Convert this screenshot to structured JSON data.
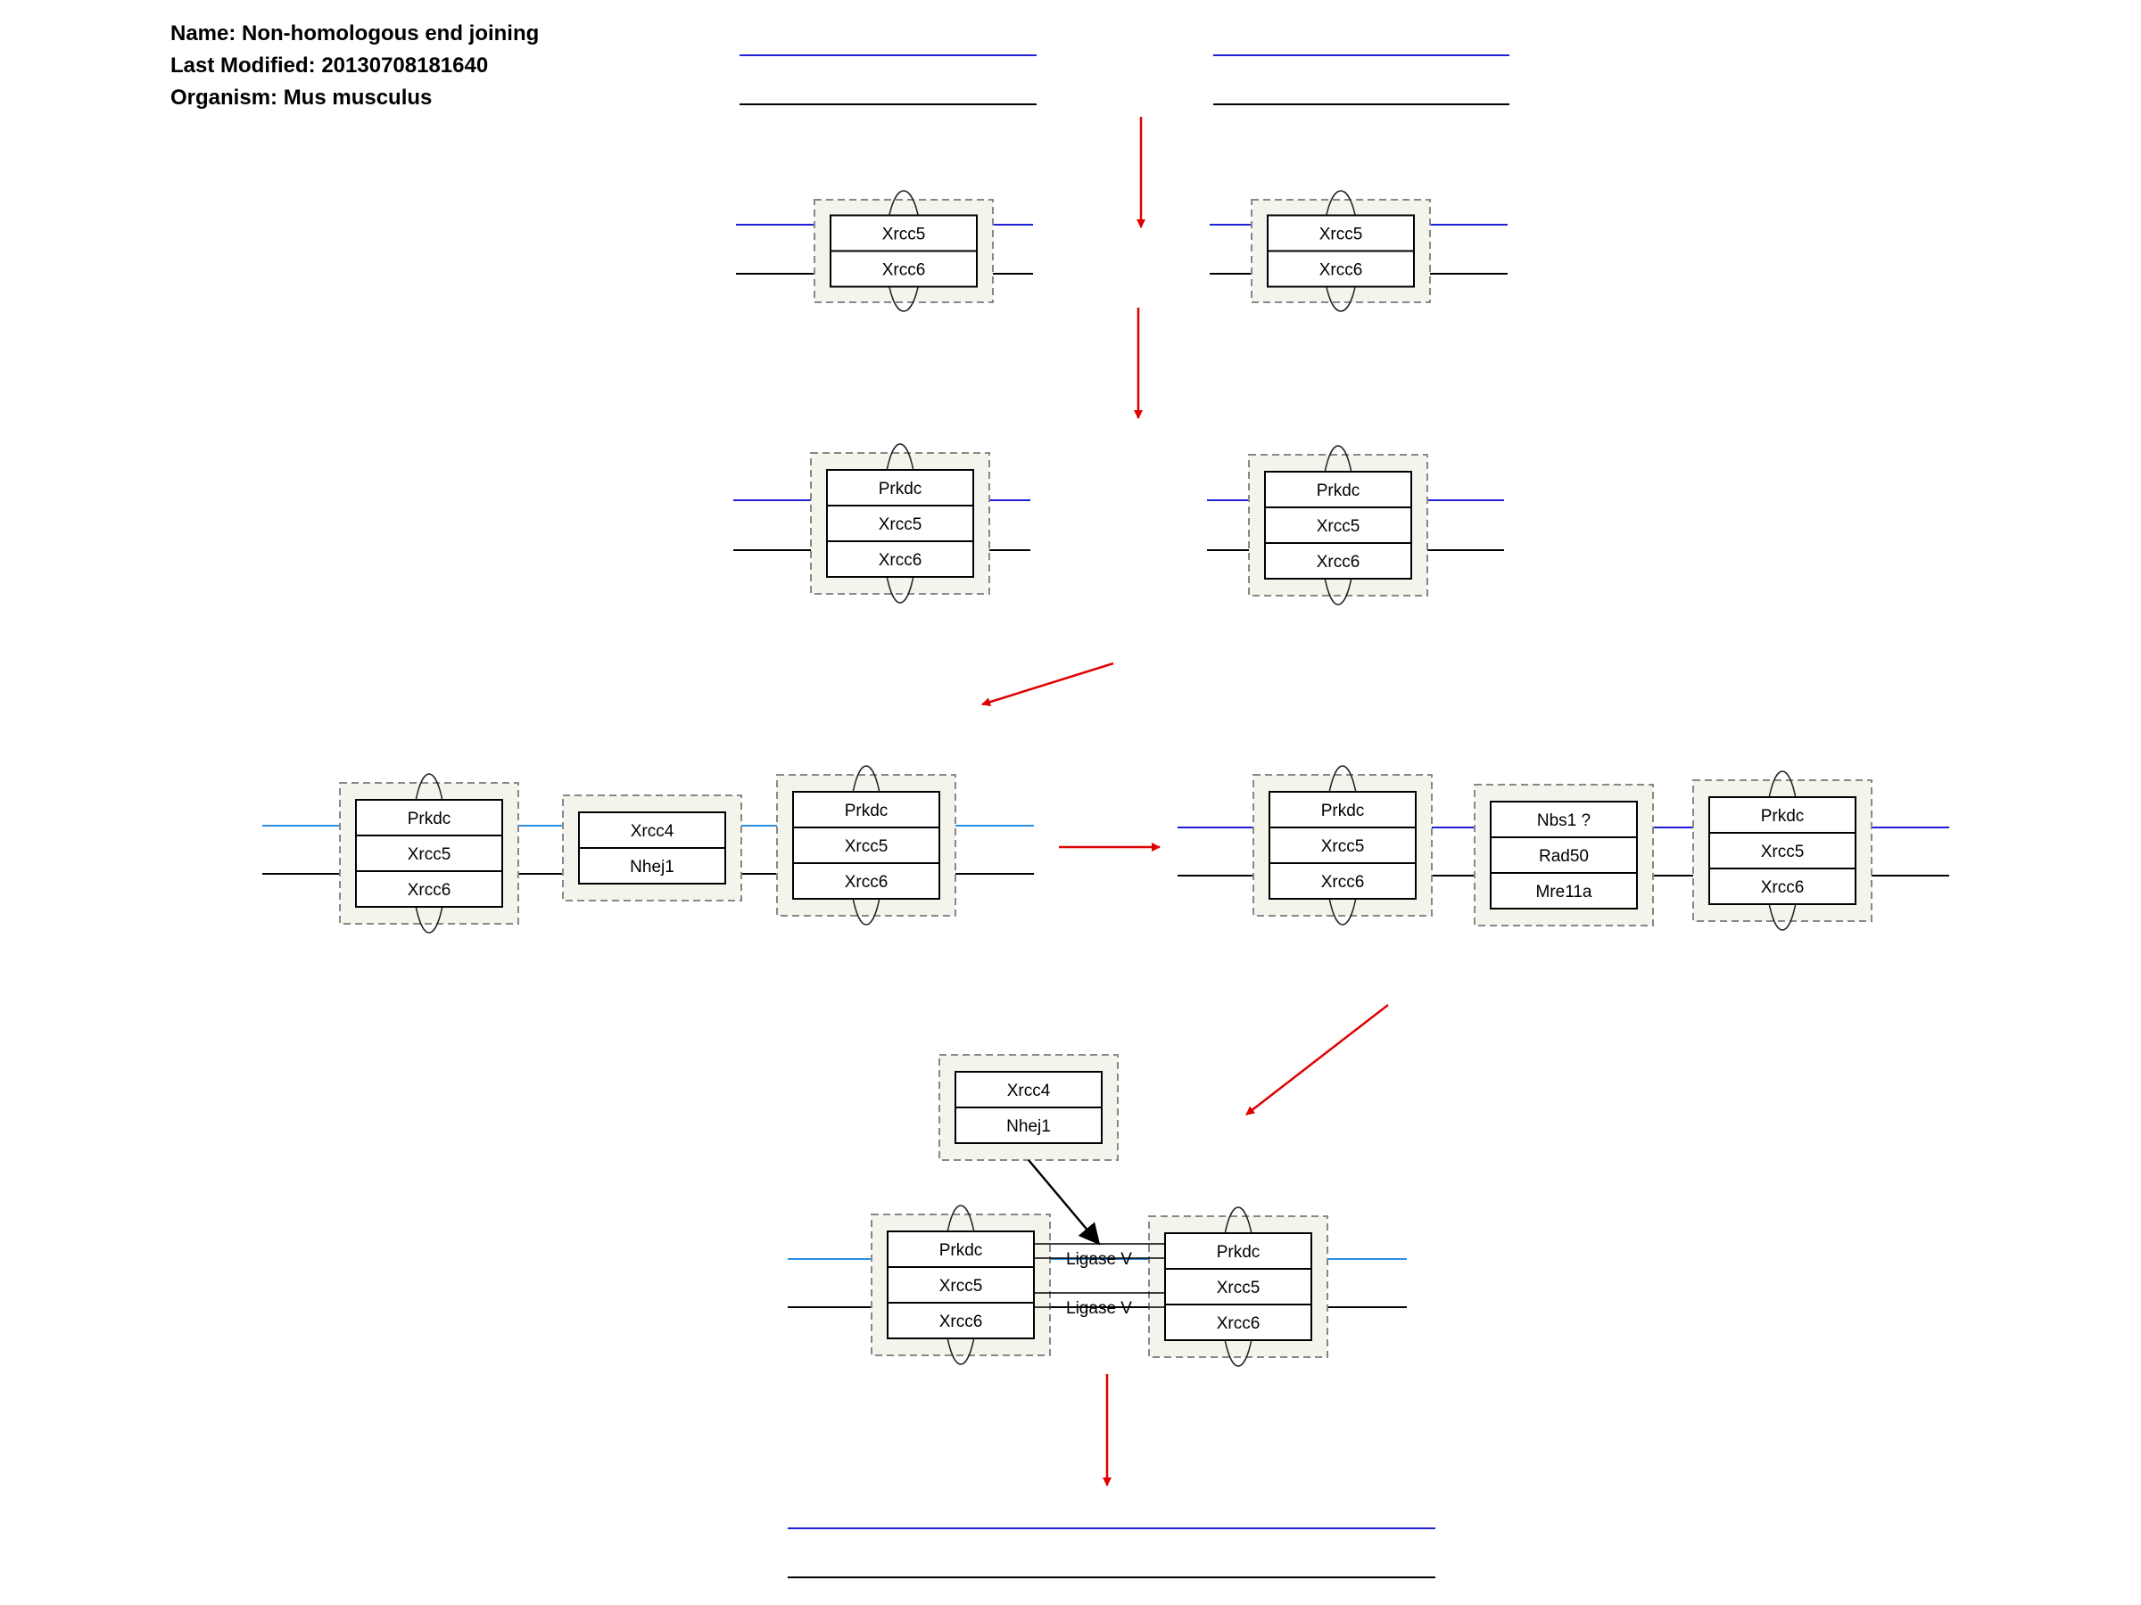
{
  "header": {
    "name": "Name: Non-homologous end joining",
    "modified": "Last Modified: 20130708181640",
    "organism": "Organism: Mus musculus"
  },
  "colors": {
    "strand_blue": "#1f1fd6",
    "strand_lightblue": "#2b8ee6",
    "strand_black": "#000000",
    "arrow_red": "#e00000",
    "complex_fill": "#f4f3ec",
    "complex_border": "#888888"
  },
  "labels": {
    "xrcc5": "Xrcc5",
    "xrcc6": "Xrcc6",
    "prkdc": "Prkdc",
    "xrcc4": "Xrcc4",
    "nhej1": "Nhej1",
    "nbs1": "Nbs1 ?",
    "rad50": "Rad50",
    "mre11a": "Mre11a",
    "ligase": "Ligase V"
  }
}
